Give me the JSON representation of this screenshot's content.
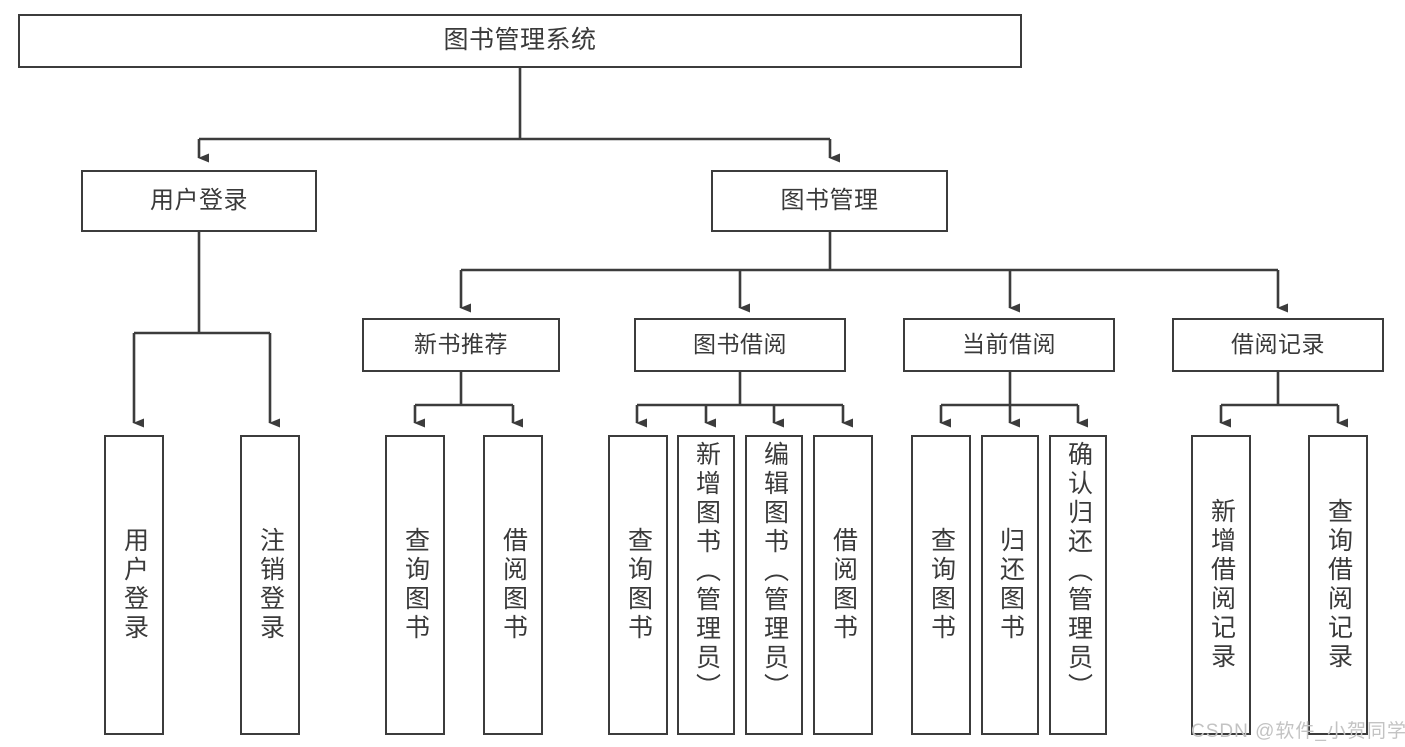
{
  "diagram": {
    "title": "图书管理系统",
    "type": "tree-hierarchy",
    "line_color": "#3c3c3c",
    "text_color": "#3a3a3a",
    "background": "#ffffff",
    "watermark": "CSDN @软件_小贺同学",
    "watermark_color": "#c3c3c3"
  },
  "nodes": {
    "root": {
      "label": "图书管理系统"
    },
    "level1": [
      {
        "label": "用户登录"
      },
      {
        "label": "图书管理"
      }
    ],
    "level2": [
      {
        "label": "新书推荐"
      },
      {
        "label": "图书借阅"
      },
      {
        "label": "当前借阅"
      },
      {
        "label": "借阅记录"
      }
    ],
    "leaves": {
      "user_login": [
        {
          "label": "用户登录"
        },
        {
          "label": "注销登录"
        }
      ],
      "new_book": [
        {
          "label": "查询图书"
        },
        {
          "label": "借阅图书"
        }
      ],
      "book_borrow": [
        {
          "label": "查询图书"
        },
        {
          "label": "新增图书（管理员）"
        },
        {
          "label": "编辑图书（管理员）"
        },
        {
          "label": "借阅图书"
        }
      ],
      "current_borrow": [
        {
          "label": "查询图书"
        },
        {
          "label": "归还图书"
        },
        {
          "label": "确认归还（管理员）"
        }
      ],
      "borrow_record": [
        {
          "label": "新增借阅记录"
        },
        {
          "label": "查询借阅记录"
        }
      ]
    }
  },
  "hierarchy": {
    "图书管理系统": [
      "用户登录",
      "图书管理"
    ],
    "用户登录": [
      "用户登录",
      "注销登录"
    ],
    "图书管理": [
      "新书推荐",
      "图书借阅",
      "当前借阅",
      "借阅记录"
    ],
    "新书推荐": [
      "查询图书",
      "借阅图书"
    ],
    "图书借阅": [
      "查询图书",
      "新增图书（管理员）",
      "编辑图书（管理员）",
      "借阅图书"
    ],
    "当前借阅": [
      "查询图书",
      "归还图书",
      "确认归还（管理员）"
    ],
    "借阅记录": [
      "新增借阅记录",
      "查询借阅记录"
    ]
  }
}
